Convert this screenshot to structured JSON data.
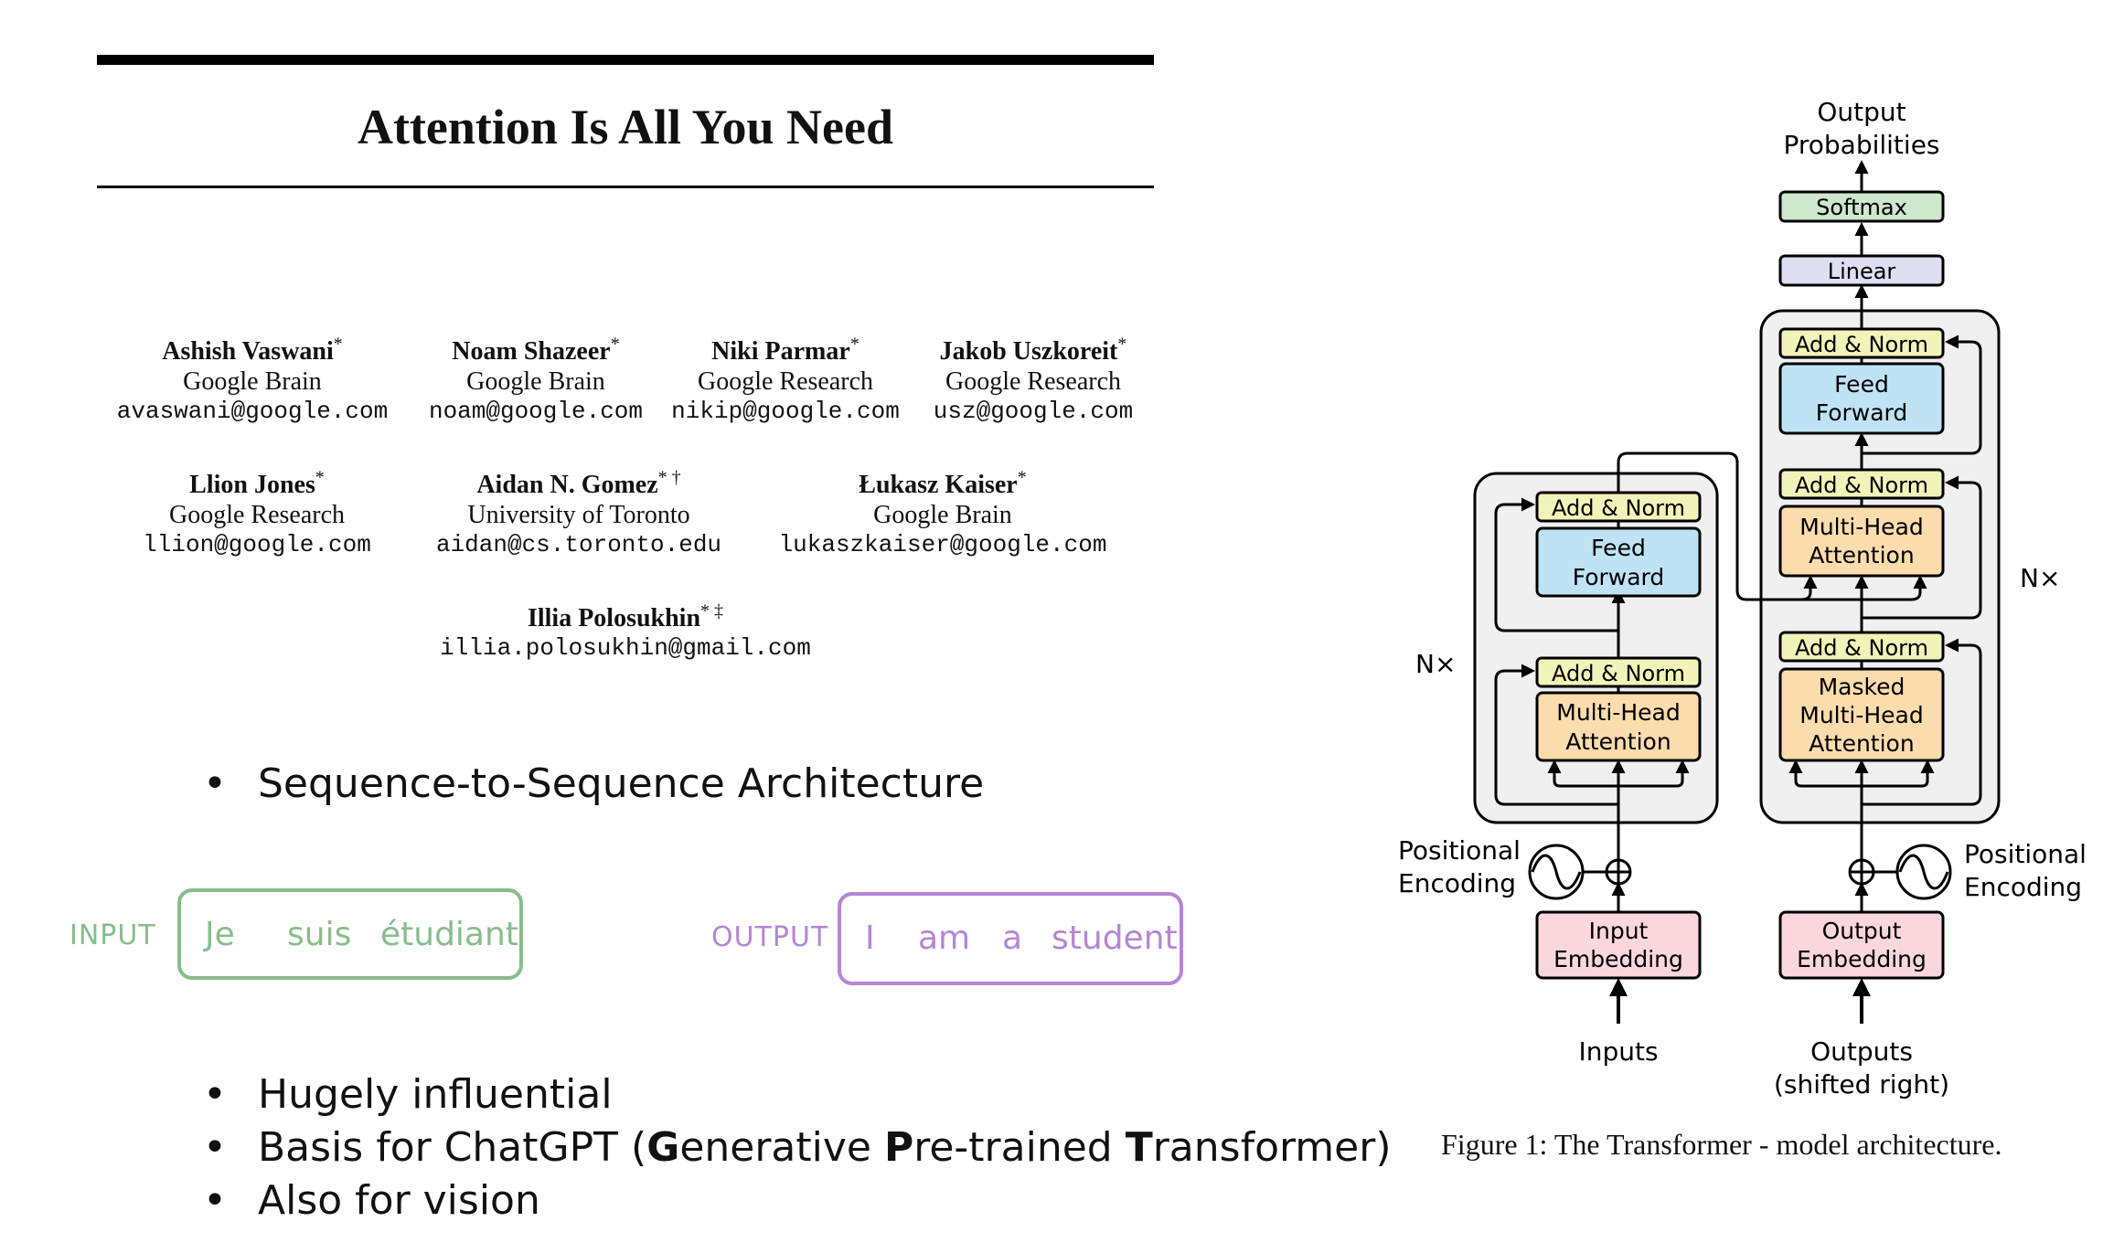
{
  "paper": {
    "title": "Attention Is All You Need",
    "authors": [
      {
        "name": "Ashish Vaswani",
        "mark": "*",
        "affiliation": "Google Brain",
        "email": "avaswani@google.com"
      },
      {
        "name": "Noam Shazeer",
        "mark": "*",
        "affiliation": "Google Brain",
        "email": "noam@google.com"
      },
      {
        "name": "Niki Parmar",
        "mark": "*",
        "affiliation": "Google Research",
        "email": "nikip@google.com"
      },
      {
        "name": "Jakob Uszkoreit",
        "mark": "*",
        "affiliation": "Google Research",
        "email": "usz@google.com"
      },
      {
        "name": "Llion Jones",
        "mark": "*",
        "affiliation": "Google Research",
        "email": "llion@google.com"
      },
      {
        "name": "Aidan N. Gomez",
        "mark": "* †",
        "affiliation": "University of Toronto",
        "email": "aidan@cs.toronto.edu"
      },
      {
        "name": "Łukasz Kaiser",
        "mark": "*",
        "affiliation": "Google Brain",
        "email": "lukaszkaiser@google.com"
      },
      {
        "name": "Illia Polosukhin",
        "mark": "* ‡",
        "affiliation": "",
        "email": "illia.polosukhin@gmail.com"
      }
    ]
  },
  "bullets_top": [
    "Sequence-to-Sequence Architecture"
  ],
  "translation_example": {
    "input_label": "INPUT",
    "input_words": [
      "Je",
      "suis",
      "étudiant"
    ],
    "output_label": "OUTPUT",
    "output_words": [
      "I",
      "am",
      "a",
      "student"
    ],
    "input_color": "#88bd8b",
    "output_color": "#b585d6"
  },
  "bullets_bottom": [
    {
      "parts": [
        {
          "t": "Hugely influential",
          "b": false
        }
      ]
    },
    {
      "parts": [
        {
          "t": "Basis for ChatGPT (",
          "b": false
        },
        {
          "t": "G",
          "b": true
        },
        {
          "t": "enerative ",
          "b": false
        },
        {
          "t": "P",
          "b": true
        },
        {
          "t": "re-trained ",
          "b": false
        },
        {
          "t": "T",
          "b": true
        },
        {
          "t": "ransformer)",
          "b": false
        }
      ]
    },
    {
      "parts": [
        {
          "t": "Also for vision",
          "b": false
        }
      ]
    }
  ],
  "diagram": {
    "output_probabilities": [
      "Output",
      "Probabilities"
    ],
    "softmax": "Softmax",
    "linear": "Linear",
    "add_norm": "Add & Norm",
    "feed_forward": [
      "Feed",
      "Forward"
    ],
    "multi_head_attention": [
      "Multi-Head",
      "Attention"
    ],
    "masked_multi_head_attention": [
      "Masked",
      "Multi-Head",
      "Attention"
    ],
    "nx": "N×",
    "positional_encoding": [
      "Positional",
      "Encoding"
    ],
    "input_embedding": [
      "Input",
      "Embedding"
    ],
    "output_embedding": [
      "Output",
      "Embedding"
    ],
    "inputs": "Inputs",
    "outputs": [
      "Outputs",
      "(shifted right)"
    ],
    "colors": {
      "add_norm": "#f2f3b8",
      "feed_forward": "#bfe3f5",
      "attention": "#fbdcac",
      "embedding": "#f9d7dc",
      "softmax": "#cde8cc",
      "linear": "#dedff3",
      "block_bg": "#f0f0f0"
    }
  },
  "figure_caption": "Figure 1: The Transformer - model architecture."
}
